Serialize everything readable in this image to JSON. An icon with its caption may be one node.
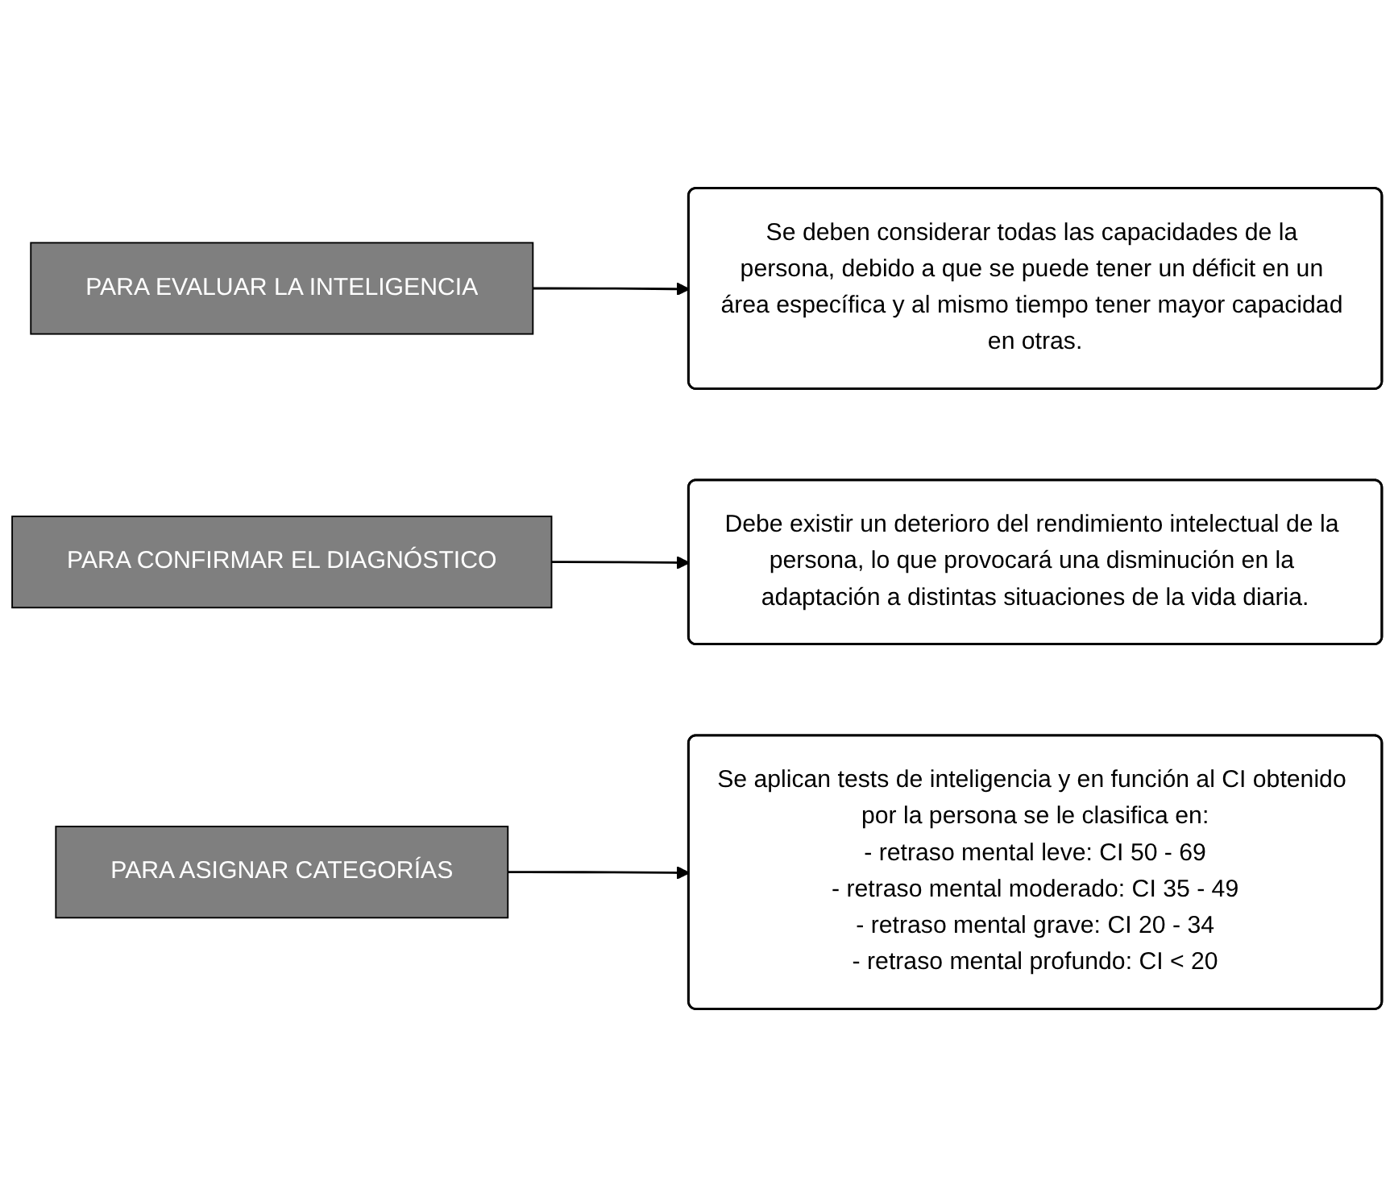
{
  "diagram": {
    "nodes": [
      {
        "text": [
          "PARA EVALUAR LA INTELIGENCIA"
        ]
      },
      {
        "text": [
          "Se deben considerar todas las capacidades de la persona, debido a que se puede tener un déficit en un área específica y al mismo tiempo tener mayor capacidad en otras."
        ]
      },
      {
        "text": [
          "PARA CONFIRMAR EL DIAGNÓSTICO"
        ]
      },
      {
        "text": [
          "Debe existir un deterioro del rendimiento intelectual de la persona, lo que provocará una disminución en la adaptación a distintas situaciones de la vida diaria."
        ]
      },
      {
        "text": [
          "PARA ASIGNAR CATEGORÍAS"
        ]
      },
      {
        "text": [
          "Se aplican tests de inteligencia y en función al CI obtenido por la persona se le clasifica en:",
          "- retraso mental leve: CI 50 - 69",
          "- retraso mental moderado: CI 35 - 49",
          "- retraso mental grave: CI 20 - 34",
          "- retraso mental profundo: CI < 20"
        ]
      }
    ],
    "edges": [
      {
        "from": 0,
        "to": 1,
        "arrow": "to"
      },
      {
        "from": 2,
        "to": 3,
        "arrow": "to"
      },
      {
        "from": 4,
        "to": 5,
        "arrow": "to"
      }
    ]
  }
}
